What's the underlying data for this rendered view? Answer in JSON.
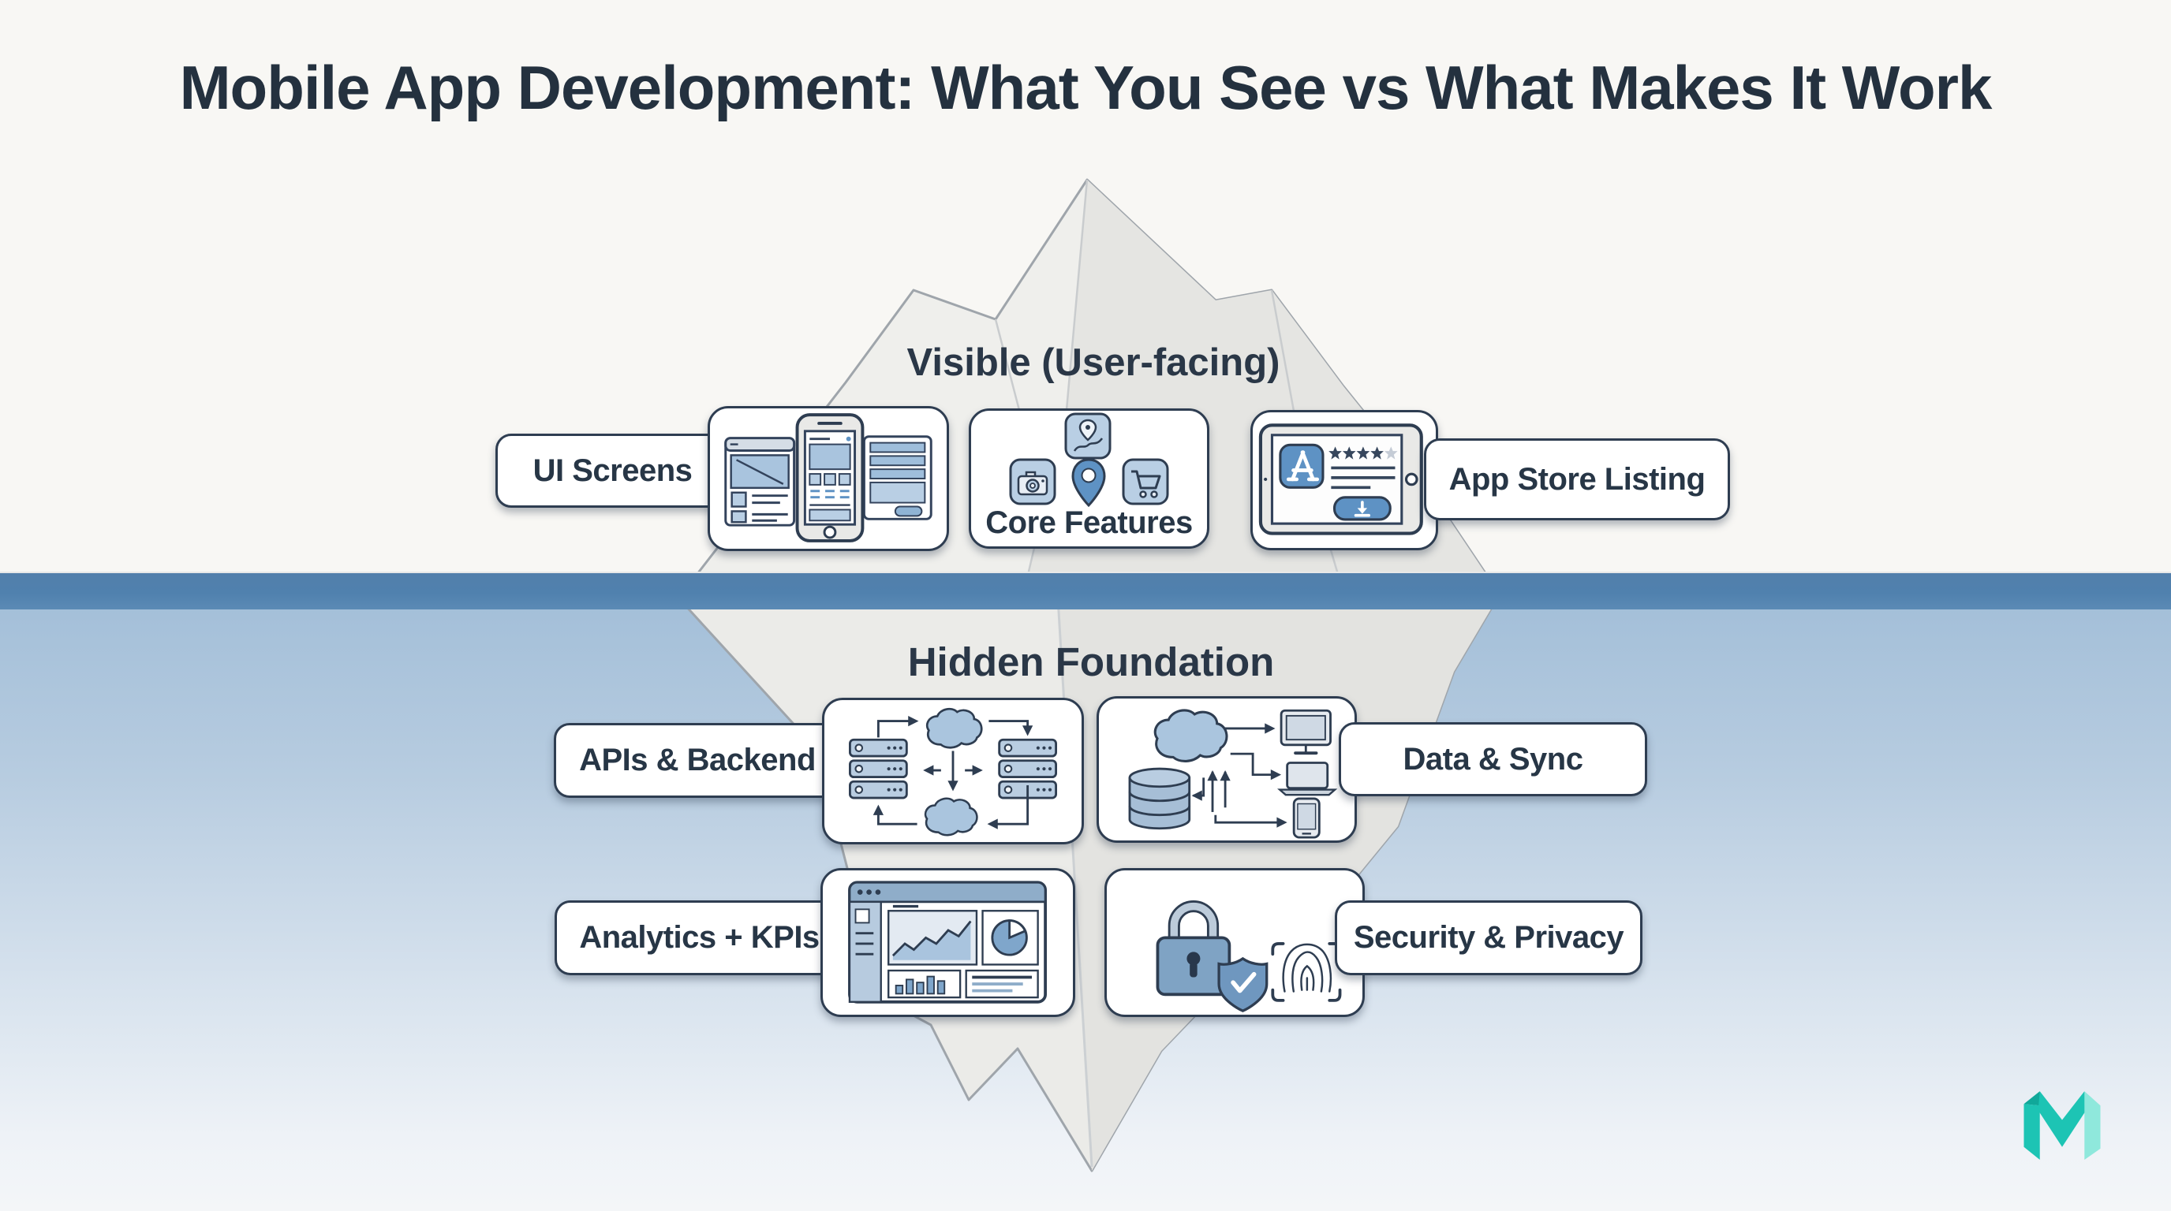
{
  "title": "Mobile App Development: What You See vs What Makes It Work",
  "visible_section": {
    "heading": "Visible (User-facing)",
    "ui_screens_label": "UI Screens",
    "core_features_label": "Core Features",
    "app_store_label": "App Store Listing"
  },
  "hidden_section": {
    "heading": "Hidden Foundation",
    "apis_label": "APIs & Backend",
    "data_sync_label": "Data & Sync",
    "analytics_label": "Analytics + KPIs",
    "security_label": "Security & Privacy"
  },
  "icons": {
    "ui_screens": "phone-wireframes-icon",
    "core_features": [
      "map-icon",
      "camera-icon",
      "location-pin-icon",
      "shopping-cart-icon"
    ],
    "app_store": "app-store-tablet-icon",
    "apis_backend": "clouds-servers-cycle-icon",
    "data_sync": "cloud-database-devices-icon",
    "analytics": "dashboard-charts-icon",
    "security": "padlock-shield-fingerprint-icon",
    "logo": "m-logo"
  },
  "colors": {
    "title_text": "#24313f",
    "waterline_band": "#5081ae",
    "water_top": "#a2bed8",
    "water_bottom": "#f4f6f8",
    "sky": "#f8f7f4",
    "iceberg_fill": "#ebebe8",
    "card_border": "#2e3d51",
    "icon_blue_mid": "#5e92c4",
    "icon_blue_tile": "#b9cfe4",
    "logo_teal": "#1dc4b4",
    "logo_mint": "#8fe8dc"
  }
}
